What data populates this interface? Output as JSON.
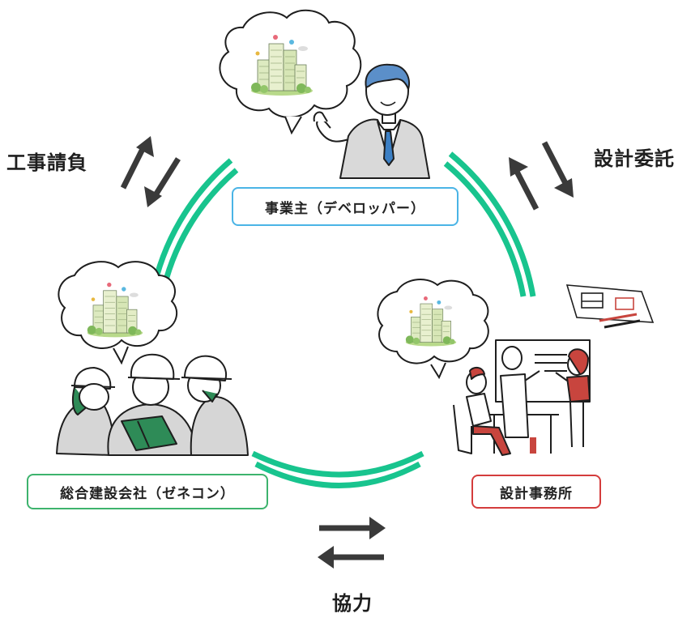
{
  "roles": {
    "developer": "事業主（デベロッパー）",
    "architect": "設計事務所",
    "contractor": "総合建設会社（ゼネコン）"
  },
  "relations": {
    "construction_contract": "工事請負",
    "design_commission": "設計委託",
    "cooperation": "協力"
  },
  "colors": {
    "ring_green": "#18c48e",
    "developer_border": "#4ab4e6",
    "contractor_border": "#3db36d",
    "architect_border": "#d43c3c",
    "arrow_dark": "#3a3a3a",
    "accent_red": "#c8453e"
  }
}
